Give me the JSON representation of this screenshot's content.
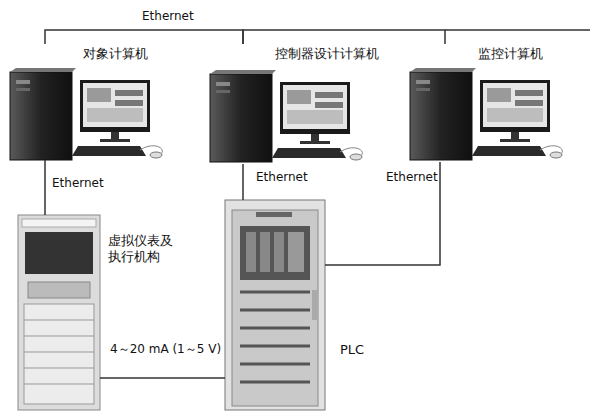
{
  "diagram": {
    "nodes": [
      {
        "text": [
          "对象计算机"
        ]
      },
      {
        "text": [
          "控制器设计计算机"
        ]
      },
      {
        "text": [
          "监控计算机"
        ]
      },
      {
        "text": [
          "虚拟仪表及执行机构"
        ]
      },
      {
        "text": [
          "PLC"
        ]
      }
    ],
    "edges": [
      {
        "from": 0,
        "to": 1,
        "arrow": "none",
        "label": "Ethernet"
      },
      {
        "from": 1,
        "to": 2,
        "arrow": "none"
      },
      {
        "from": 0,
        "to": 3,
        "arrow": "none",
        "label": "Ethernet"
      },
      {
        "from": 1,
        "to": 4,
        "arrow": "none",
        "label": "Ethernet"
      },
      {
        "from": 2,
        "to": 4,
        "arrow": "none",
        "label": "Ethernet"
      },
      {
        "from": 3,
        "to": 4,
        "arrow": "none",
        "label": "4～20 mA (1～5 V)"
      }
    ]
  }
}
